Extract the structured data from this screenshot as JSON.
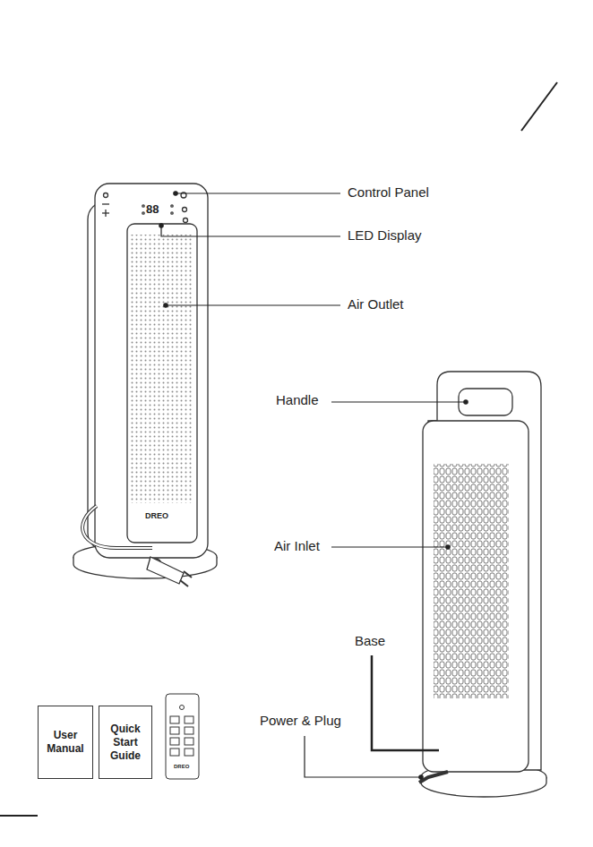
{
  "diagram": {
    "nodes": [
      {
        "text": [
          "User Manual"
        ]
      },
      {
        "text": [
          "Quick Start Guide"
        ]
      }
    ],
    "labels": [
      "Control Panel",
      "LED Display",
      "Air Outlet",
      "88",
      "DREO",
      "Handle",
      "Air Inlet",
      "Base",
      "Power & Plug",
      "DREO"
    ]
  }
}
